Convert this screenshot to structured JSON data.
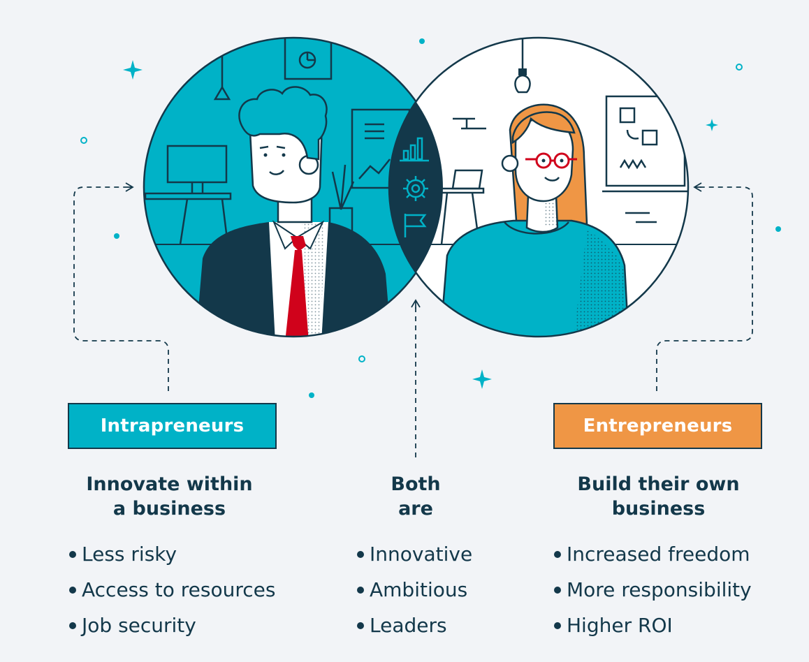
{
  "labels": {
    "intrapreneurs": "Intrapreneurs",
    "entrepreneurs": "Entrepreneurs"
  },
  "columns": {
    "intrapreneurs": {
      "heading_line1": "Innovate within",
      "heading_line2": "a business",
      "items": [
        "Less risky",
        "Access to resources",
        "Job security"
      ]
    },
    "both": {
      "heading_line1": "Both",
      "heading_line2": "are",
      "items": [
        "Innovative",
        "Ambitious",
        "Leaders"
      ]
    },
    "entrepreneurs": {
      "heading_line1": "Build their own",
      "heading_line2": "business",
      "items": [
        "Increased freedom",
        "More responsibility",
        "Higher ROI"
      ]
    }
  },
  "colors": {
    "background": "#f2f4f7",
    "teal": "#00b2c7",
    "orange": "#ef9645",
    "navy": "#13384a",
    "red_tie": "#d0021b"
  },
  "icons": [
    "bar-chart-icon",
    "gear-icon",
    "flag-icon",
    "lightbulb-icon",
    "sparkle-icon"
  ]
}
